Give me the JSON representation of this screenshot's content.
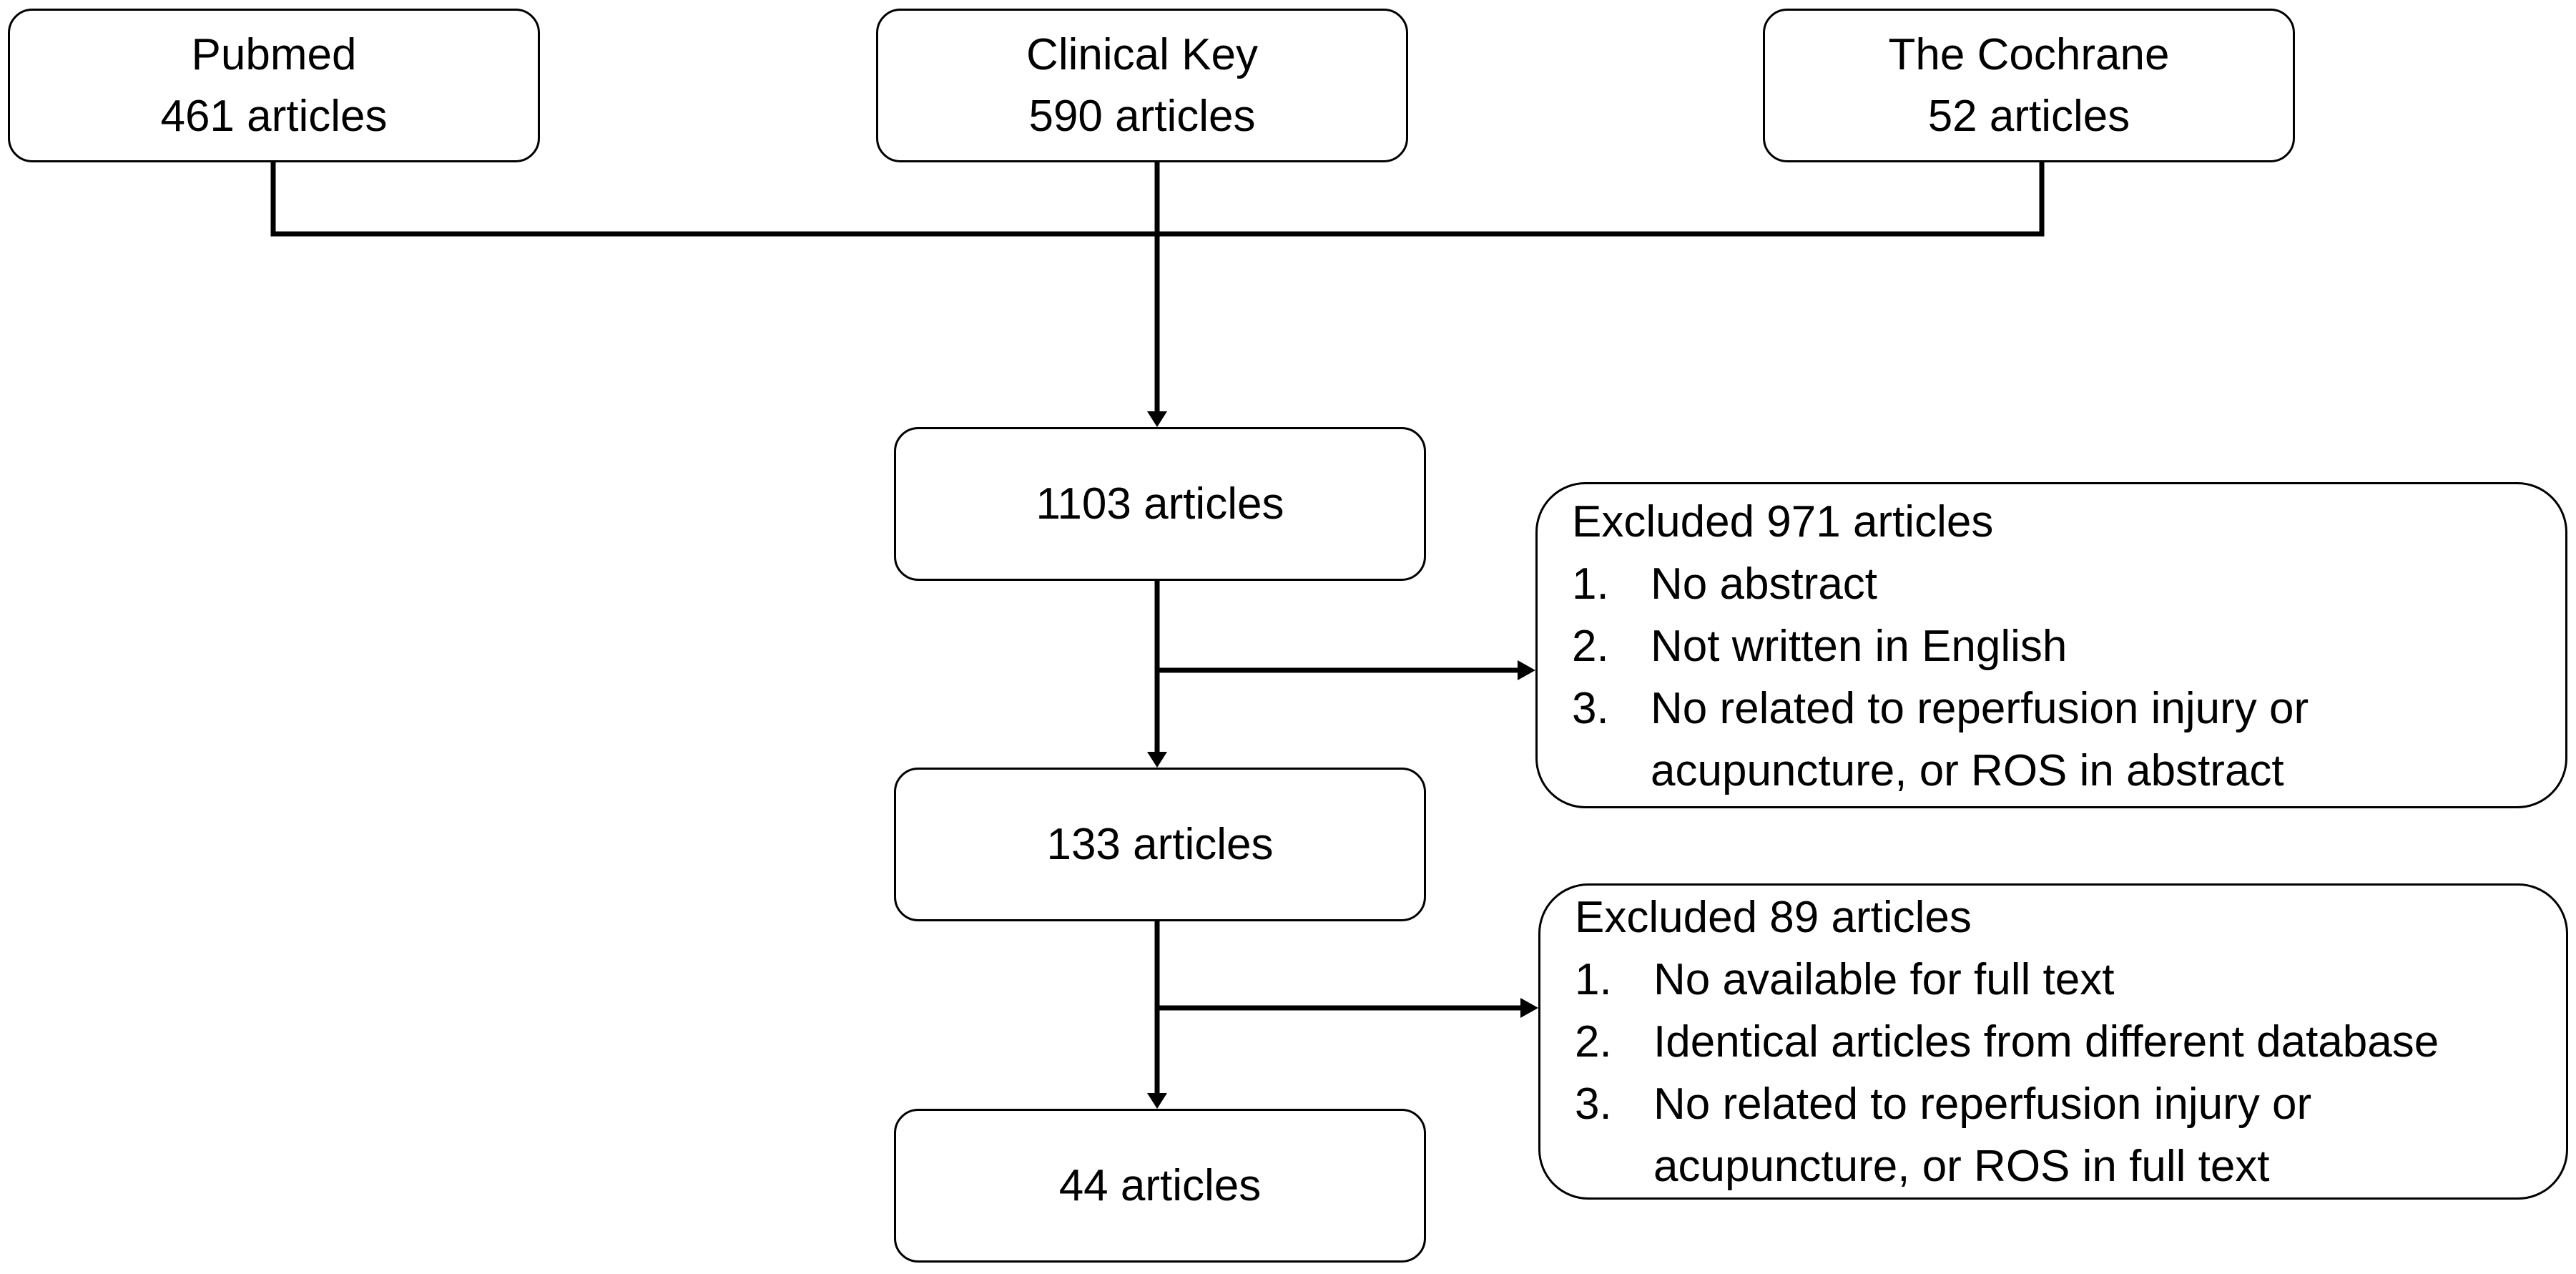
{
  "sources": [
    {
      "name": "Pubmed",
      "count": "461 articles"
    },
    {
      "name": "Clinical Key",
      "count": "590 articles"
    },
    {
      "name": "The Cochrane",
      "count": "52 articles"
    }
  ],
  "stages": [
    {
      "label": "1103 articles"
    },
    {
      "label": "133 articles"
    },
    {
      "label": "44 articles"
    }
  ],
  "exclusions": [
    {
      "title": "Excluded 971 articles",
      "items": [
        {
          "num": "1.",
          "lines": [
            "No abstract"
          ]
        },
        {
          "num": "2.",
          "lines": [
            "Not written in English"
          ]
        },
        {
          "num": "3.",
          "lines": [
            "No related to reperfusion injury or",
            "acupuncture, or ROS in abstract"
          ]
        }
      ]
    },
    {
      "title": "Excluded 89 articles",
      "items": [
        {
          "num": "1.",
          "lines": [
            "No available for full text"
          ]
        },
        {
          "num": "2.",
          "lines": [
            "Identical articles from different database"
          ]
        },
        {
          "num": "3.",
          "lines": [
            "No related to reperfusion injury or",
            "acupuncture, or ROS in full text"
          ]
        }
      ]
    }
  ],
  "colors": {
    "line": "#000000",
    "background": "#ffffff",
    "border": "#000000"
  }
}
